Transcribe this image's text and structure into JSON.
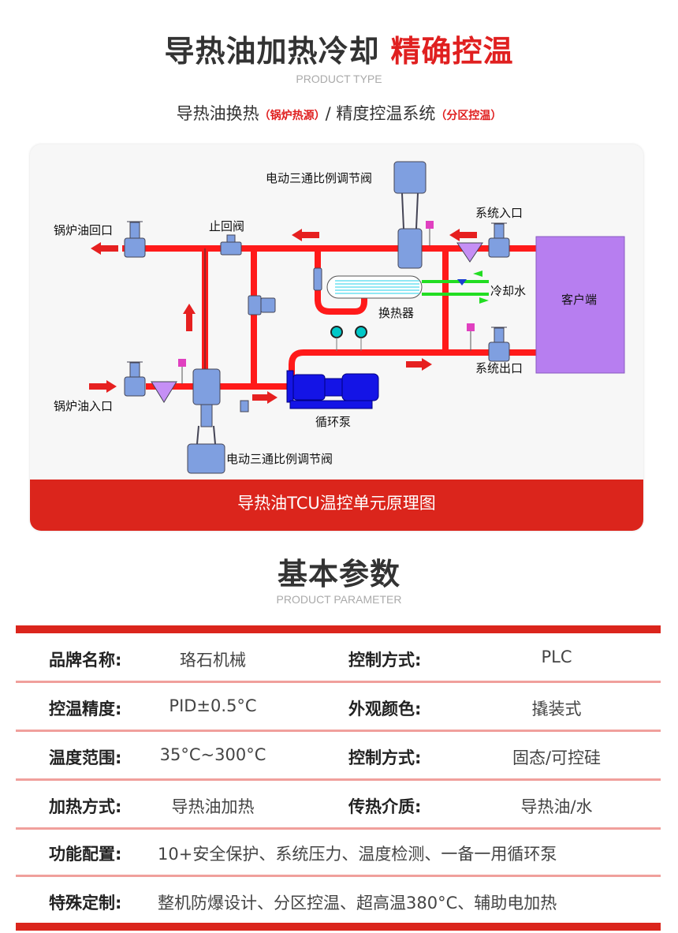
{
  "header": {
    "title_main": "导热油加热冷却",
    "title_accent": "精确控温",
    "subtitle_en": "PRODUCT TYPE",
    "line_a": "导热油换热",
    "line_a_note": "（锅炉热源）",
    "line_sep": "/ ",
    "line_b": "精度控温系统",
    "line_b_note": "（分区控温）"
  },
  "diagram": {
    "caption": "导热油TCU温控单元原理图",
    "labels": {
      "valve_top": "电动三通比例调节阀",
      "boiler_return": "锅炉油回口",
      "check_valve": "止回阀",
      "system_in": "系统入口",
      "cooling_water": "冷却水",
      "client": "客户端",
      "heat_exchanger": "换热器",
      "system_out": "系统出口",
      "boiler_in": "锅炉油入口",
      "pump": "循环泵",
      "valve_bottom": "电动三通比例调节阀"
    },
    "colors": {
      "pipe": "#ff1a1a",
      "valve": "#7f9fe0",
      "pump": "#1414e6",
      "client": "#b77ef0",
      "water": "#22dd22",
      "gauge": "#00c8c8",
      "sensor": "#e040c0"
    }
  },
  "params": {
    "title": "基本参数",
    "subtitle_en": "PRODUCT PARAMETER",
    "rows": [
      {
        "k1": "品牌名称:",
        "v1": "珞石机械",
        "k2": "控制方式:",
        "v2": "PLC"
      },
      {
        "k1": "控温精度:",
        "v1": "PID±0.5°C",
        "k2": "外观颜色:",
        "v2": "撬装式"
      },
      {
        "k1": "温度范围:",
        "v1": "35°C~300°C",
        "k2": "控制方式:",
        "v2": "固态/可控硅"
      },
      {
        "k1": "加热方式:",
        "v1": "导热油加热",
        "k2": "传热介质:",
        "v2": "导热油/水"
      }
    ],
    "wide_rows": [
      {
        "k": "功能配置:",
        "v": "10+安全保护、系统压力、温度检测、一备一用循环泵"
      },
      {
        "k": "特殊定制:",
        "v": "整机防爆设计、分区控温、超高温380°C、辅助电加热"
      }
    ]
  }
}
